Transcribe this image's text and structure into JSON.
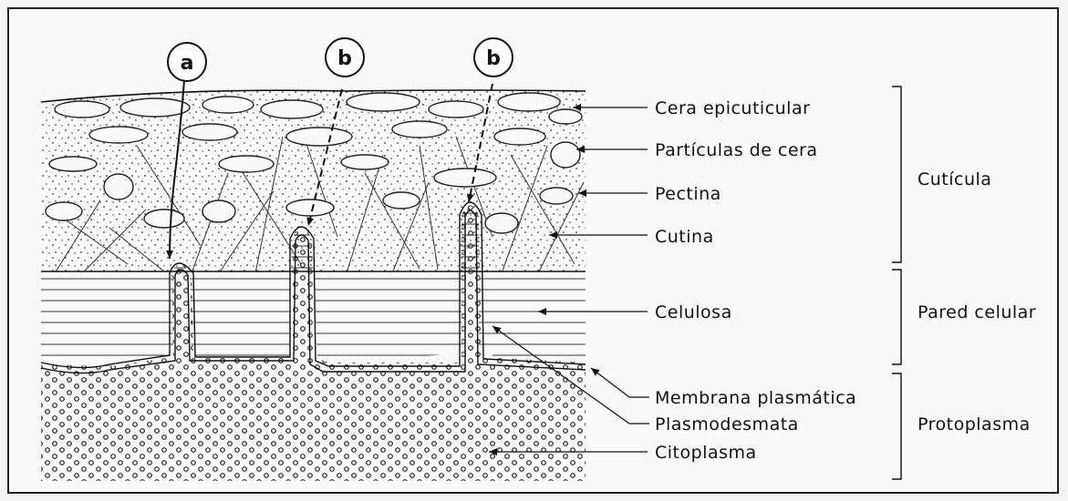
{
  "diagram": {
    "markers": [
      "a",
      "b",
      "b"
    ],
    "labels": {
      "cera_epicuticular": "Cera epicuticular",
      "particulas_de_cera": "Partículas de cera",
      "pectina": "Pectina",
      "cutina": "Cutina",
      "celulosa": "Celulosa",
      "membrana_plasmatica": "Membrana plasmática",
      "plasmodesmata": "Plasmodesmata",
      "citoplasma": "Citoplasma"
    },
    "regions": {
      "cuticula": "Cutícula",
      "pared_celular": "Pared celular",
      "protoplasma": "Protoplasma"
    }
  }
}
